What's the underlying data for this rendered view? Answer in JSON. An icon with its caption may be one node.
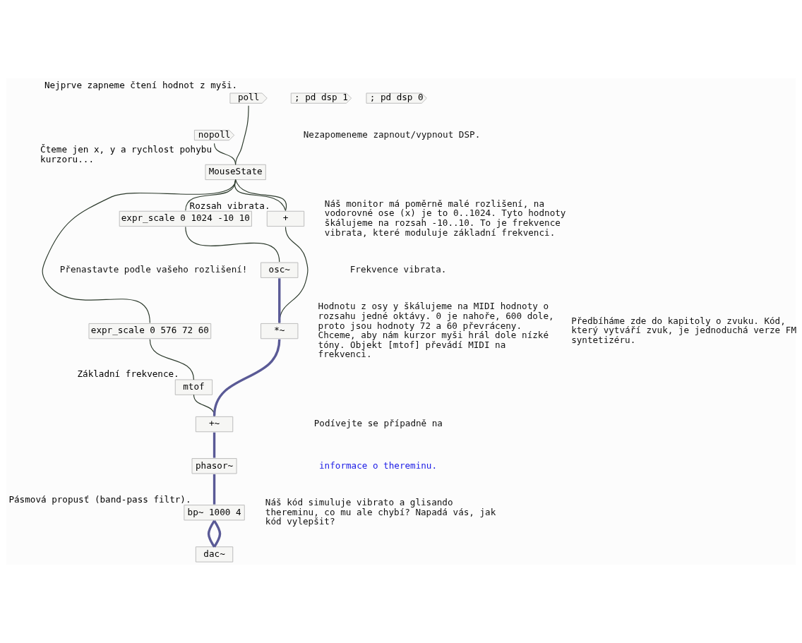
{
  "diagram": {
    "nodes": [
      {
        "text": [
          "poll"
        ],
        "beside": [
          "Nejprve zapneme čtení hodnot z myši."
        ]
      },
      {
        "text": [
          "nopoll"
        ]
      },
      {
        "text": [
          "MouseState"
        ],
        "beside": [
          "Čteme jen x, y a rychlost pohybu kurzoru..."
        ]
      },
      {
        "text": [
          "expr_scale 0 1024 -10 10"
        ]
      },
      {
        "text": [
          "expr_scale 0 576 72 60"
        ]
      },
      {
        "text": [
          "mtof"
        ],
        "beside": [
          "Základní frekvence."
        ]
      },
      {
        "text": [
          "+"
        ],
        "beside": [
          "Rozsah vibrata."
        ]
      },
      {
        "text": [
          "osc~"
        ]
      },
      {
        "text": [
          "*~"
        ]
      },
      {
        "text": [
          "+~"
        ]
      },
      {
        "text": [
          "phasor~"
        ]
      },
      {
        "text": [
          "bp~ 1000 4"
        ],
        "beside": [
          "Pásmová propusť (band-pass filtr)."
        ]
      },
      {
        "text": [
          "dac~"
        ]
      },
      {
        "text": [
          "; pd dsp 1"
        ]
      },
      {
        "text": [
          "; pd dsp 0"
        ]
      }
    ],
    "edges": [
      {
        "from": 0,
        "to": 2,
        "arrow": "none"
      },
      {
        "from": 1,
        "to": 2,
        "arrow": "none"
      },
      {
        "from": 2,
        "to": 3,
        "arrow": "none"
      },
      {
        "from": 2,
        "to": 4,
        "arrow": "none"
      },
      {
        "from": 2,
        "to": 6,
        "arrow": "none"
      },
      {
        "from": 2,
        "to": 6,
        "arrow": "none"
      },
      {
        "from": 3,
        "to": 7,
        "arrow": "none"
      },
      {
        "from": 4,
        "to": 5,
        "arrow": "none"
      },
      {
        "from": 5,
        "to": 9,
        "arrow": "none"
      },
      {
        "from": 6,
        "to": 8,
        "arrow": "none"
      },
      {
        "from": 7,
        "to": 8,
        "arrow": "none",
        "style": "thick",
        "color": "#5a5a96"
      },
      {
        "from": 8,
        "to": 9,
        "arrow": "none",
        "style": "thick",
        "color": "#5a5a96"
      },
      {
        "from": 9,
        "to": 10,
        "arrow": "none",
        "style": "thick",
        "color": "#5a5a96"
      },
      {
        "from": 10,
        "to": 11,
        "arrow": "none",
        "style": "thick",
        "color": "#5a5a96"
      },
      {
        "from": 11,
        "to": 12,
        "arrow": "none",
        "style": "thick",
        "color": "#5a5a96"
      },
      {
        "from": 11,
        "to": 12,
        "arrow": "none",
        "style": "thick",
        "color": "#5a5a96"
      }
    ],
    "labels": [
      "Náš monitor má poměrně malé rozlišení, na vodorovné ose (x) je to 0..1024. Tyto hodnoty škálujeme na rozsah -10..10. To je frekvence vibrata, které moduluje základní frekvenci.",
      "Přenastavte podle vašeho rozlišení!",
      "Hodnotu z osy y škálujeme na MIDI hodnoty o rozsahu jedné oktávy. 0 je nahoře, 600 dole, proto jsou hodnoty 72 a 60 převráceny. Chceme, aby nám kurzor myši hrál dole nízké tóny. Objekt [mtof] převádí MIDI na frekvenci.",
      "Frekvence vibrata.",
      "Nezapomeneme zapnout/vypnout DSP.",
      "Předbíháme zde do kapitoly o zvuku. Kód, který vytváří zvuk, je jednoduchá verze FM syntetizéru.",
      "Podívejte se případně na",
      "informace o thereminu.",
      "Náš kód simuluje vibrato a glisando thereminu, co mu ale chybí? Napadá vás, jak kód vylepšit?"
    ]
  }
}
